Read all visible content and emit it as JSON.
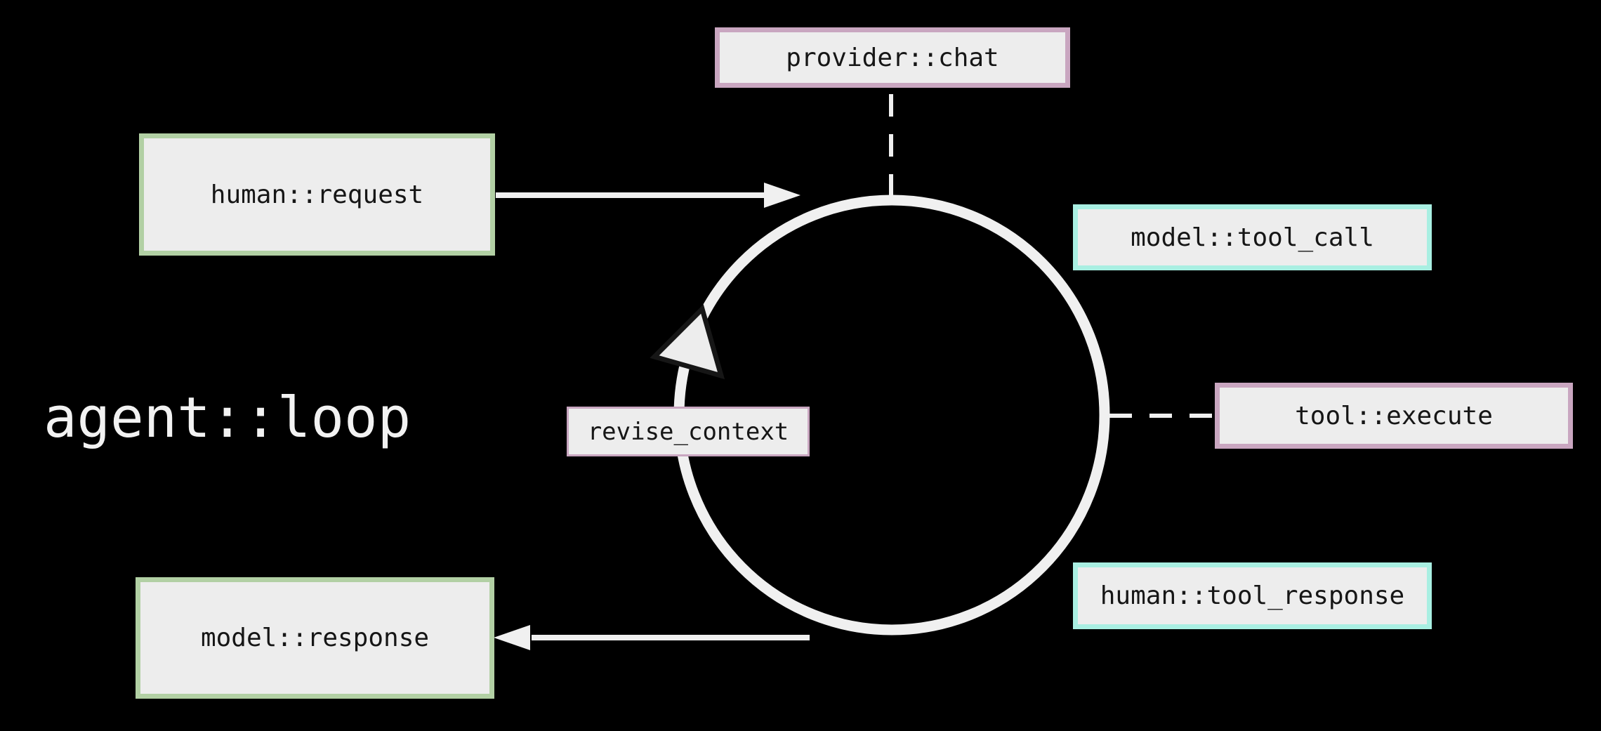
{
  "diagram": {
    "kind": "agent-loop-flow",
    "background": "black",
    "loop": {
      "label": "agent::loop",
      "direction": "clockwise",
      "shape": "circle"
    }
  },
  "title": {
    "label": "agent::loop"
  },
  "nodes": [
    {
      "id": "provider-chat",
      "label": "provider::chat",
      "accent": "pink"
    },
    {
      "id": "human-request",
      "label": "human::request",
      "accent": "green"
    },
    {
      "id": "model-tool-call",
      "label": "model::tool_call",
      "accent": "cyan"
    },
    {
      "id": "tool-execute",
      "label": "tool::execute",
      "accent": "pink"
    },
    {
      "id": "human-tool-response",
      "label": "human::tool_response",
      "accent": "cyan"
    },
    {
      "id": "model-response",
      "label": "model::response",
      "accent": "green"
    },
    {
      "id": "revise-context",
      "label": "revise_context",
      "accent": "pink"
    }
  ],
  "edges": [
    {
      "from": "human::request",
      "to": "agent::loop",
      "style": "solid-arrow"
    },
    {
      "from": "agent::loop",
      "to": "model::response",
      "style": "solid-arrow"
    },
    {
      "from": "provider::chat",
      "to": "agent::loop",
      "style": "dashed-line"
    },
    {
      "from": "tool::execute",
      "to": "agent::loop",
      "style": "dashed-line"
    },
    {
      "from": "revise_context",
      "to": "agent::loop",
      "style": "on-loop"
    }
  ],
  "colors": {
    "bg": "#000000",
    "fill": "#ededed",
    "line": "#f0f0f0",
    "text": "#161616",
    "title": "#f2f2f2",
    "green": "#b2d0a4",
    "pink": "#c9a6c0",
    "cyan": "#a9efe2"
  }
}
